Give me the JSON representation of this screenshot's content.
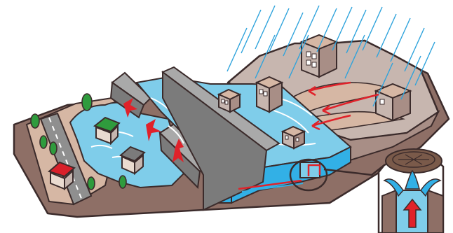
{
  "colors": {
    "outline": "#3b2b2b",
    "ground_side": "#8e6f66",
    "ground_top": "#d6b7a4",
    "ground_light": "#eadbd0",
    "hill": "#c7b6af",
    "hill_shade": "#a88e86",
    "road": "#8f8f8f",
    "road_line": "#ffffff",
    "water": "#7fcdea",
    "water_deep": "#32b0e6",
    "levee": "#a9a9a9",
    "levee_dark": "#7b7b7b",
    "rain": "#2ea3dc",
    "arrow_red": "#e0222a",
    "tree": "#2f9b3d",
    "house_roof_red": "#d9202a",
    "house_roof_green": "#2f9b3d",
    "building": "#c7b6af",
    "manhole": "#7a5a4a"
  },
  "icons": [
    "rain",
    "flood-arrow",
    "manhole-cover",
    "water-jet",
    "tree",
    "house",
    "building"
  ]
}
